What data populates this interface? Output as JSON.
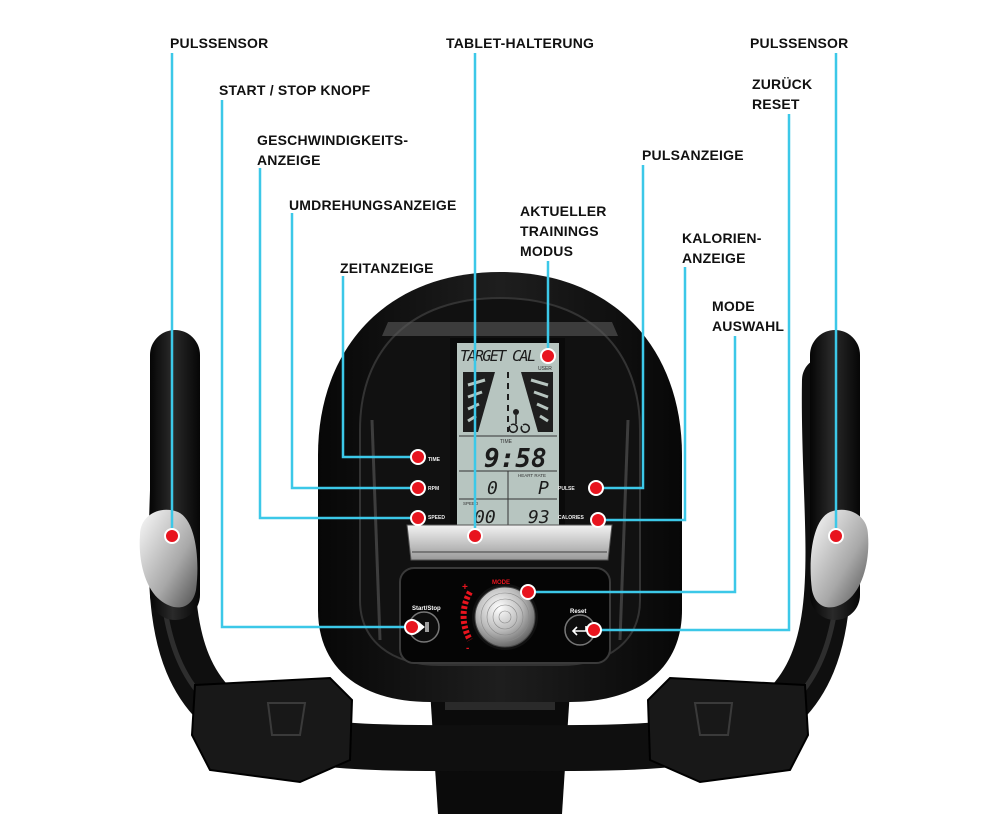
{
  "labels": {
    "pulssensor_left": "PULSSENSOR",
    "start_stop": "START / STOP KNOPF",
    "geschwindigkeit": "GESCHWINDIGKEITS-\nANZEIGE",
    "umdrehung": "UMDREHUNGSANZEIGE",
    "zeit": "ZEITANZEIGE",
    "tablet": "TABLET-HALTERUNG",
    "modus": "AKTUELLER\nTRAININGS\nMODUS",
    "pulsanzeige": "PULSANZEIGE",
    "kalorien": "KALORIEN-\nANZEIGE",
    "mode_auswahl": "MODE\nAUSWAHL",
    "zurueck": "ZURÜCK\nRESET",
    "pulssensor_right": "PULSSENSOR"
  },
  "console": {
    "lcd_program": "TARGET CAL",
    "lcd_user": "USER",
    "lcd_time_caption": "TIME",
    "lcd_time": "9:58",
    "lcd_rpm": "0",
    "lcd_hr_caption": "HEART RATE",
    "lcd_pulse": "P",
    "lcd_speed_caption": "SPEED",
    "lcd_speed": "00",
    "lcd_calories": "93",
    "btn_time": "TIME",
    "btn_rpm": "RPM",
    "btn_speed": "SPEED",
    "btn_pulse": "PULSE",
    "btn_calories": "CALORIES",
    "start_stop_label": "Start/Stop",
    "reset_label": "Reset",
    "mode_label": "MODE",
    "plus": "+",
    "minus": "-"
  },
  "colors": {
    "leader_line": "#3cc8e8",
    "marker": "#e8141e",
    "frame": "#121212",
    "lcd": "#b7c5c0"
  }
}
